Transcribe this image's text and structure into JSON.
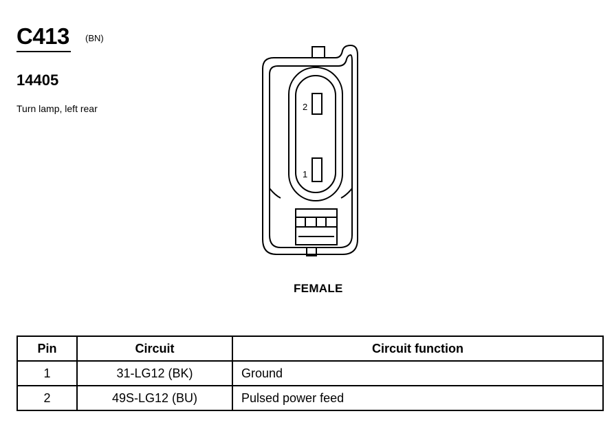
{
  "header": {
    "connector_id": "C413",
    "color_code": "(BN)",
    "part_number": "14405",
    "description": "Turn lamp, left rear"
  },
  "connector": {
    "gender": "FEMALE",
    "pin_labels": [
      "2",
      "1"
    ]
  },
  "table": {
    "headers": [
      "Pin",
      "Circuit",
      "Circuit function"
    ],
    "rows": [
      {
        "pin": "1",
        "circuit": "31-LG12 (BK)",
        "function": "Ground"
      },
      {
        "pin": "2",
        "circuit": "49S-LG12 (BU)",
        "function": "Pulsed power feed"
      }
    ]
  }
}
